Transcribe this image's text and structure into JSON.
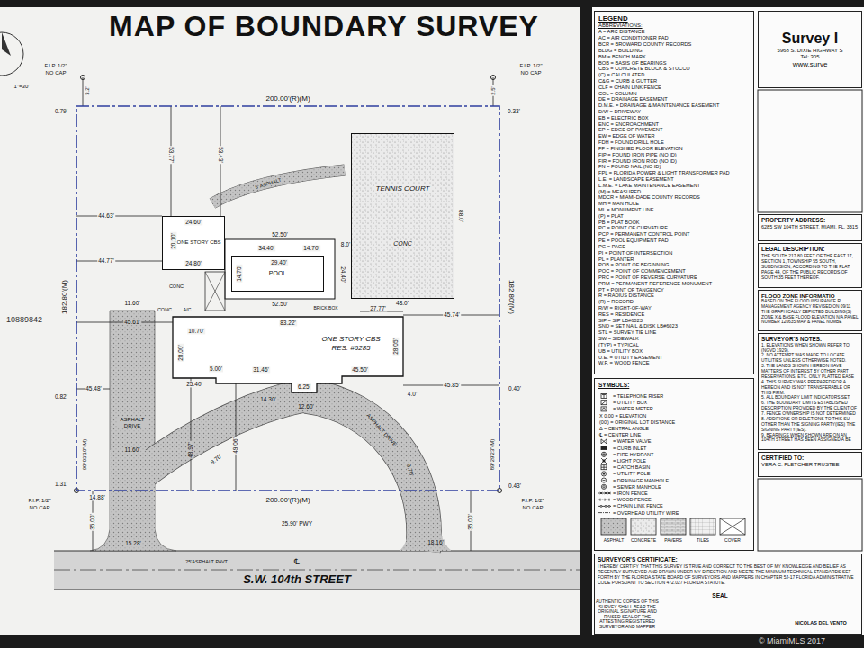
{
  "diagram": {
    "title": "MAP OF BOUNDARY SURVEY",
    "nodes": [
      {
        "text": [
          "ONE STORY CBS"
        ]
      },
      {
        "text": [
          "POOL"
        ]
      },
      {
        "text": [
          "TENNIS COURT",
          "CONC"
        ]
      },
      {
        "text": [
          "ONE STORY CBS",
          "RES. #6285"
        ]
      },
      {
        "text": [
          "LEGEND",
          "ABBREVIATIONS:",
          "A = ARC DISTANCE",
          "AC = AIR CONDITIONER PAD",
          "BCR = BROWARD COUNTY RECORDS",
          "BLDG = BUILDING",
          "BM = BENCH MARK",
          "BOB = BASIS OF BEARINGS",
          "CBS = CONCRETE BLOCK & STUCCO",
          "(C) = CALCULATED",
          "C&G = CURB & GUTTER",
          "CLF = CHAIN LINK FENCE",
          "COL = COLUMN",
          "DE = DRAINAGE EASEMENT",
          "D.M.E. = DRAINAGE & MAINTENANCE EASEMENT",
          "D/W = DRIVEWAY",
          "EB = ELECTRIC BOX",
          "ENC = ENCROACHMENT",
          "EP = EDGE OF PAVEMENT",
          "EW = EDGE OF WATER",
          "FDH = FOUND DRILL HOLE",
          "FF = FINISHED FLOOR ELEVATION",
          "FIP = FOUND IRON PIPE (NO ID)",
          "FIR = FOUND IRON ROD (NO ID)",
          "FN = FOUND NAIL (NO ID)",
          "FPL = FLORIDA POWER & LIGHT TRANSFORMER PAD",
          "L.E. = LANDSCAPE EASEMENT",
          "L.M.E. = LAKE MAINTENANCE EASEMENT",
          "(M) = MEASURED",
          "MDCR = MIAMI-DADE COUNTY RECORDS",
          "MH = MAN HOLE",
          "ML = MONUMENT LINE",
          "(P) = PLAT",
          "PB = PLAT BOOK",
          "PC = POINT OF CURVATURE",
          "PCP = PERMANENT CONTROL POINT",
          "PE = POOL EQUIPMENT PAD",
          "PG = PAGE",
          "PI = POINT OF INTERSECTION",
          "PL = PLANTER",
          "POB = POINT OF BEGINNING",
          "POC = POINT OF COMMENCEMENT",
          "PRC = POINT OF REVERSE CURVATURE",
          "PRM = PERMANENT REFERENCE MONUMENT",
          "PT = POINT OF TANGENCY",
          "R = RADIUS DISTANCE",
          "(R) = RECORD",
          "R/W = RIGHT-OF-WAY",
          "RES = RESIDENCE",
          "SIP = SIP LB#6023",
          "SND = SET NAIL & DISK LB#6023",
          "STL = SURVEY TIE LINE",
          "SW = SIDEWALK",
          "(TYP) = TYPICAL",
          "UB = UTILITY BOX",
          "U.E. = UTILITY EASEMENT",
          "W.F. = WOOD FENCE"
        ]
      },
      {
        "text": [
          "SYMBOLS:"
        ]
      },
      {
        "text": [
          "Survey I",
          "5968 S. DIXIE HIGHWAY S",
          "Tel: 305",
          "www.surve"
        ]
      },
      {
        "text": [
          "PROPERTY ADDRESS:",
          "6285 SW 104TH STREET, MIAMI, FL. 3315"
        ]
      },
      {
        "text": [
          "LEGAL DESCRIPTION:",
          "THE SOUTH 217.80 FEET OF THE EAST 17, SECTION 1, TOWNSHIP 55 SOUTH, SUBDIVISION, ACCORDING TO THE PLAT PAGE 44, OF THE PUBLIC RECORDS OF SOUTH 35 FEET THEREOF."
        ]
      },
      {
        "text": [
          "FLOOD ZONE INFORMATIO",
          "BASED ON THE FLOOD INSURANCE R MANAGEMENT AGENCY REVISED ON 09/11 THE GRAPHICALLY DEPICTED BUILDING(S) ZONE X & BASE FLOOD ELEVATION N/A PANEL NUMBER 120635 MAP & PANEL NUMBE"
        ]
      },
      {
        "text": [
          "SURVEYOR'S NOTES:",
          "1. ELEVATIONS WHEN SHOWN REFER TO (NGVD 1929).",
          "2. NO ATTEMPT WAS MADE TO LOCATE UTILITIES UNLESS OTHERWISE NOTED.",
          "3. THE LANDS SHOWN HEREON HAVE MATTERS OF INTEREST BY OTHER PART RESERVATIONS, ETC. ONLY PLATTED EASE",
          "4. THIS SURVEY WAS PREPARED FOR A HEREON AND IS NOT TRANSFERABLE OR THIS FIRM.",
          "5. ALL BOUNDARY LIMIT INDICATORS SET",
          "6. THE BOUNDARY LIMITS ESTABLISHED DESCRIPTION PROVIDED BY THE CLIENT OF",
          "7. FENCE OWNERSHIP IS NOT DETERMINED",
          "8. ADDITIONS OR DELETIONS TO THIS SU OTHER THAN THE SIGNING PARTY(IES) THE SIGNING PARTY(IES).",
          "9. BEARINGS WHEN SHOWN ARE ON AN 104TH STREET HAS BEEN ASSIGNED A BE"
        ]
      },
      {
        "text": [
          "CERTIFIED TO:",
          "VERA C. FLETCHER TRUSTEE"
        ]
      },
      {
        "text": [
          "SURVEYOR'S CERTIFICATE:",
          "I HEREBY CERTIFY THAT THIS SURVEY IS TRUE AND CORRECT TO THE BEST OF MY KNOWLEDGE AND BELIEF AS RECENTLY SURVEYED AND DRAWN UNDER MY DIRECTION AND MEETS THE MINIMUM TECHNICAL STANDARDS SET FORTH BY THE FLORIDA STATE BOARD OF SURVEYORS AND MAPPERS IN CHAPTER 5J-17 FLORIDA ADMINISTRATIVE CODE PURSUANT TO SECTION 472.027 FLORIDA STATUTE."
        ]
      }
    ],
    "labels": [
      "1\"=30'",
      "10889842",
      "F.I.P. 1/2\"",
      "NO CAP",
      "3.2'",
      "F.I.P. 1/2\"",
      "NO CAP",
      "2.5'",
      "0.79'",
      "0.33'",
      "200.00'(R)(M)",
      "182.80'(M)",
      "182.80'(M)",
      "53.77'",
      "53.43'",
      "5' ASPHALT",
      "44.63'",
      "24.60'",
      "20.10'",
      "24.80'",
      "44.77'",
      "52.50'",
      "34.40'",
      "14.70'",
      "8.0'",
      "24.40'",
      "29.40'",
      "14.70'",
      "52.50'",
      "CONC",
      "A/C",
      "CONC",
      "BRICK BOX",
      "88.0'",
      "48.0'",
      "27.77'",
      "45.74'",
      "83.22'",
      "11.60'",
      "45.61'",
      "10.70'",
      "28.00'",
      "28.05'",
      "31.46'",
      "5.00'",
      "6.25'",
      "45.50'",
      "4.0'",
      "45.85'",
      "25.40'",
      "14.30'",
      "12.60'",
      "45.48'",
      "0.82'",
      "0.40'",
      "ASPHALT DRIVE",
      "11.60'",
      "48.97'",
      "49.06'",
      "9.70'",
      "ASPHALT DRIVE",
      "9.70'",
      "90°03'10\"(M)",
      "89°29'23\"(M)",
      "1.31'",
      "14.88'",
      "0.43'",
      "200.00'(R)(M)",
      "F.I.P. 1/2\"",
      "NO CAP",
      "F.I.P. 1/2\"",
      "NO CAP",
      "35.00'",
      "35.00'",
      "25.90' PWY",
      "15.28'",
      "18.16'",
      "25'ASPHALT PAVT.",
      "℄",
      "S.W. 104th STREET",
      "AUTHENTIC COPIES OF THIS SURVEY SHALL BEAR THE ORIGINAL SIGNATURE AND RAISED SEAL OF THE ATTESTING REGISTERED SURVEYOR AND MAPPER",
      "SEAL",
      "NICOLAS DEL VENTO",
      "© MiamiMLS 2017"
    ],
    "legend": [
      {
        "text": "= TELEPHONE RISER"
      },
      {
        "text": "= UTILITY BOX"
      },
      {
        "text": "= WATER METER"
      },
      {
        "text": "X 0.00 = ELEVATION"
      },
      {
        "text": "(00') = ORIGINAL LOT DISTANCE"
      },
      {
        "text": "Δ = CENTRAL ANGLE"
      },
      {
        "text": "℄ = CENTER LINE"
      },
      {
        "text": "= WATER VALVE"
      },
      {
        "text": "= CURB INLET"
      },
      {
        "text": "= FIRE HYDRANT"
      },
      {
        "text": "= LIGHT POLE"
      },
      {
        "text": "= CATCH BASIN"
      },
      {
        "text": "= UTILITY POLE"
      },
      {
        "text": "= DRAINAGE MANHOLE"
      },
      {
        "text": "= SEWER MANHOLE"
      },
      {
        "text": "= IRON FENCE"
      },
      {
        "text": "= WOOD FENCE"
      },
      {
        "text": "= CHAIN LINK FENCE"
      },
      {
        "text": "= OVERHEAD UTILITY WIRE"
      },
      {
        "text": "ASPHALT"
      },
      {
        "text": "CONCRETE"
      },
      {
        "text": "PAVERS"
      },
      {
        "text": "TILES"
      },
      {
        "text": "COVER"
      }
    ]
  }
}
